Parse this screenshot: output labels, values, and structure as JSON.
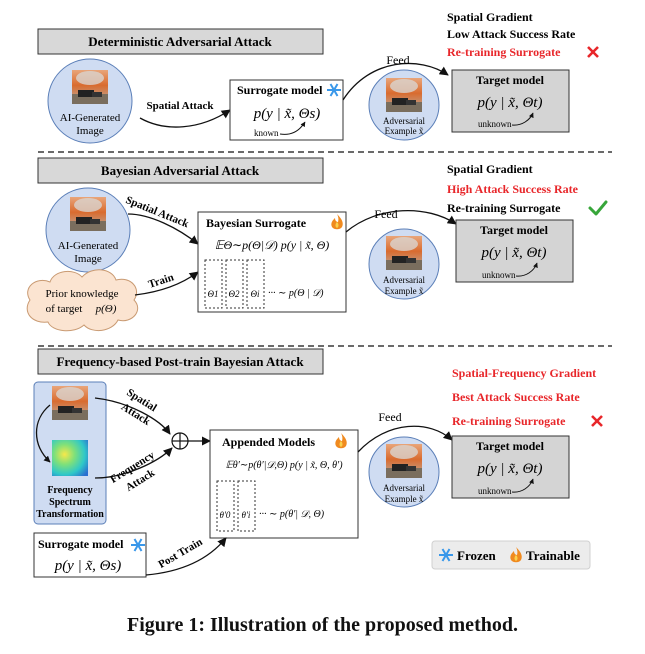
{
  "caption": "Figure 1: Illustration of the proposed method.",
  "colors": {
    "red": "#e8262a",
    "green": "#37a63a",
    "circle_fill": "#cfdcf2",
    "banner_fill": "#d8d8d8",
    "target_fill": "#d4d4d4",
    "cloud_fill": "#fbe4d1",
    "freeze_blue": "#3a98ea",
    "flame_orange": "#f08a1f"
  },
  "sections": {
    "deterministic": {
      "banner": "Deterministic Adversarial Attack",
      "input_l1": "AI-Generated",
      "input_l2": "Image",
      "arrow": "Spatial Attack",
      "surrogate_title": "Surrogate model",
      "surrogate_formula": "p(y | x̃, Θs)",
      "known": "known",
      "feed": "Feed",
      "adv_l1": "Adversarial",
      "adv_l2": "Example x̃",
      "target_title": "Target model",
      "target_formula": "p(y | x̃, Θt)",
      "unknown": "unknown",
      "prop1": "Spatial Gradient",
      "prop2": "Low Attack Success Rate",
      "prop3": "Re-training Surrogate",
      "prop3_mark": "cross-icon"
    },
    "bayesian": {
      "banner": "Bayesian Adversarial Attack",
      "input_l1": "AI-Generated",
      "input_l2": "Image",
      "arrow": "Spatial Attack",
      "train": "Train",
      "prior_l1": "Prior knowledge",
      "prior_l2": "of target",
      "prior_l3": "p(Θ)",
      "surrogate_title": "Bayesian Surrogate",
      "expectation": "𝔼Θ∼p(Θ|𝒟) p(y | x̃, Θ)",
      "theta_labels": [
        "Θ1",
        "Θ2",
        "Θi"
      ],
      "sample_dist": "··· ∼ p(Θ | 𝒟)",
      "feed": "Feed",
      "adv_l1": "Adversarial",
      "adv_l2": "Example x̃",
      "target_title": "Target model",
      "target_formula": "p(y | x̃, Θt)",
      "unknown": "unknown",
      "prop1": "Spatial Gradient",
      "prop2": "High Attack Success Rate",
      "prop3": "Re-training Surrogate",
      "prop3_mark": "check-icon"
    },
    "frequency": {
      "banner": "Frequency-based Post-train Bayesian Attack",
      "fst_l1": "Frequency",
      "fst_l2": "Spectrum",
      "fst_l3": "Transformation",
      "spatial_l1": "Spatial",
      "spatial_l2": "Attack",
      "freq_l1": "Frequency",
      "freq_l2": "Attack",
      "appended_title": "Appended Models",
      "expectation": "𝔼θ′∼p(θ′|𝒟,Θ) p(y | x̃, Θ, θ′)",
      "theta_labels": [
        "θ′0",
        "θ′i"
      ],
      "sample_dist": "··· ∼ p(θ′| 𝒟, Θ)",
      "surrogate_title": "Surrogate model",
      "surrogate_formula": "p(y | x̃, Θs)",
      "post_train": "Post Train",
      "feed": "Feed",
      "adv_l1": "Adversarial",
      "adv_l2": "Example x̃",
      "target_title": "Target model",
      "target_formula": "p(y | x̃, Θt)",
      "unknown": "unknown",
      "prop1": "Spatial-Frequency Gradient",
      "prop2": "Best Attack Success Rate",
      "prop3": "Re-training Surrogate",
      "prop3_mark": "cross-icon"
    }
  },
  "legend": {
    "frozen": "Frozen",
    "trainable": "Trainable"
  }
}
